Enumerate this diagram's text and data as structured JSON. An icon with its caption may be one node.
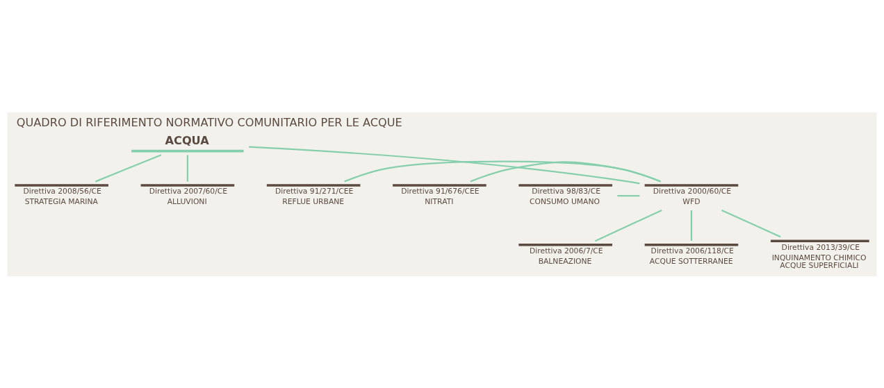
{
  "diagram": {
    "title": "QUADRO DI RIFERIMENTO NORMATIVO COMUNITARIO PER LE ACQUE",
    "nodes": [
      {
        "text": [
          "ACQUA"
        ]
      },
      {
        "text": [
          "Direttiva 91/271/CEE",
          "REFLUE URBANE"
        ]
      },
      {
        "text": [
          "Direttiva 91/676/CEE",
          "NITRATI"
        ]
      },
      {
        "text": [
          "Direttiva 2000/60/CE",
          "WFD"
        ]
      },
      {
        "text": [
          "Direttiva 2008/56/CE",
          "STRATEGIA MARINA"
        ]
      },
      {
        "text": [
          "Direttiva 2007/60/CE",
          "ALLUVIONI"
        ]
      },
      {
        "text": [
          "Direttiva 98/83/CE",
          "CONSUMO UMANO"
        ]
      },
      {
        "text": [
          "Direttiva 2006/7/CE",
          "BALNEAZIONE"
        ]
      },
      {
        "text": [
          "Direttiva 2006/118/CE",
          "ACQUE SOTTERRANEE"
        ]
      },
      {
        "text": [
          "Direttiva 2013/39/CE",
          "INQUINAMENTO CHIMICO ACQUE SUPERFICIALI"
        ]
      }
    ],
    "edges": [
      {
        "from": 0,
        "to": 3,
        "arrow": "none"
      },
      {
        "from": 0,
        "to": 4,
        "arrow": "none"
      },
      {
        "from": 0,
        "to": 5,
        "arrow": "none"
      },
      {
        "from": 1,
        "to": 3,
        "arrow": "none"
      },
      {
        "from": 2,
        "to": 3,
        "arrow": "none"
      },
      {
        "from": 6,
        "to": 3,
        "arrow": "none"
      },
      {
        "from": 3,
        "to": 7,
        "arrow": "none"
      },
      {
        "from": 3,
        "to": 8,
        "arrow": "none"
      },
      {
        "from": 3,
        "to": 9,
        "arrow": "none"
      }
    ]
  }
}
